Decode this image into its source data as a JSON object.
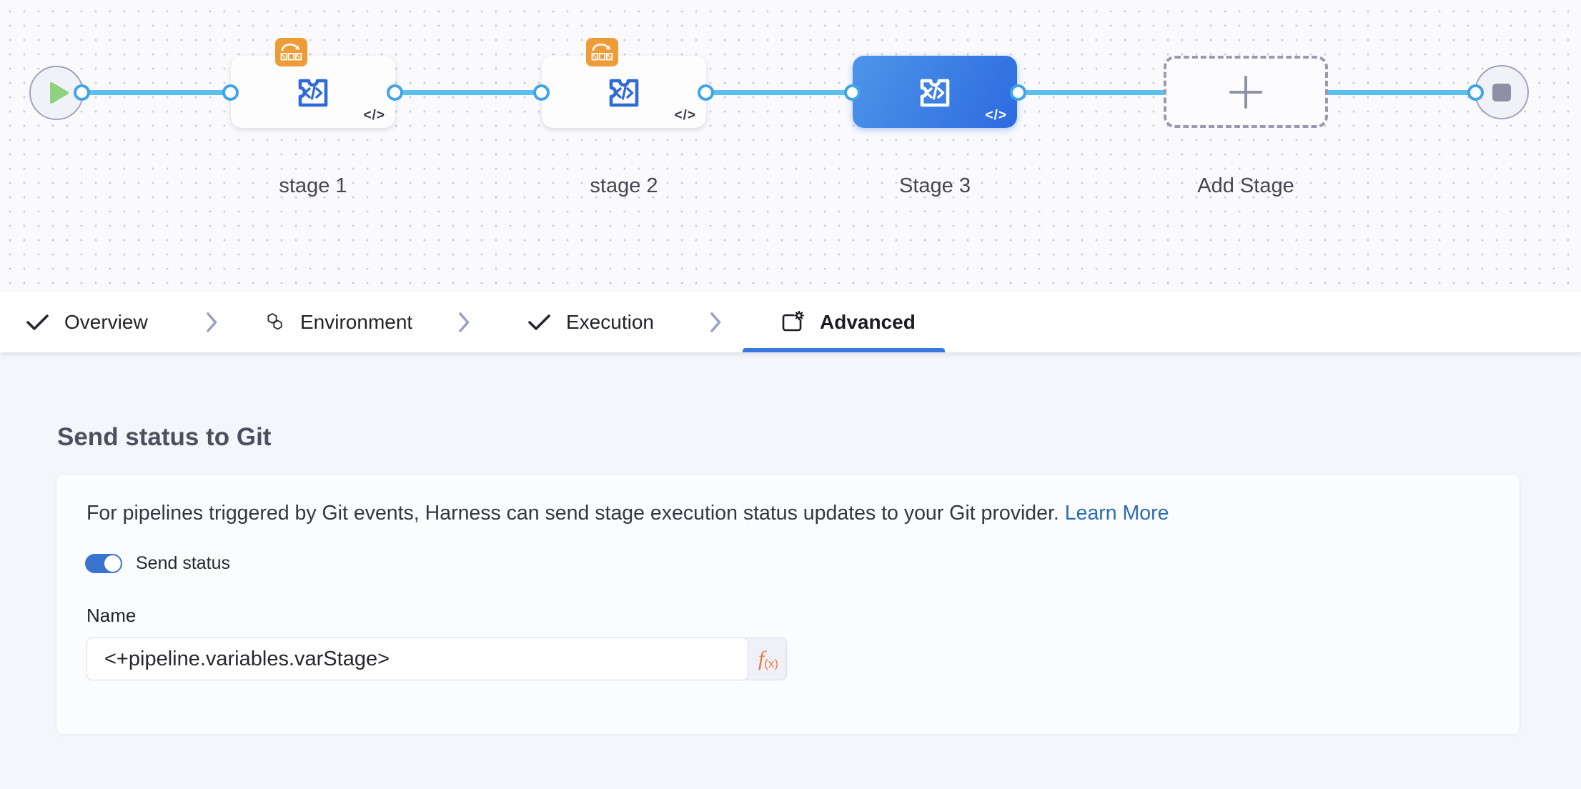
{
  "canvas": {
    "code_glyph": "</>",
    "stages": [
      {
        "label": "stage 1",
        "kind": "stage",
        "selected": false,
        "has_badge": true
      },
      {
        "label": "stage 2",
        "kind": "stage",
        "selected": false,
        "has_badge": true
      },
      {
        "label": "Stage 3",
        "kind": "stage",
        "selected": true,
        "has_badge": false
      },
      {
        "label": "Add Stage",
        "kind": "add-stage-button"
      }
    ]
  },
  "tabs": {
    "items": [
      {
        "label": "Overview",
        "icon": "check-icon",
        "active": false
      },
      {
        "label": "Environment",
        "icon": "hexagons-icon",
        "active": false
      },
      {
        "label": "Execution",
        "icon": "check-icon",
        "active": false
      },
      {
        "label": "Advanced",
        "icon": "square-gear-icon",
        "active": true
      }
    ]
  },
  "section": {
    "heading": "Send status to Git",
    "description": "For pipelines triggered by Git events, Harness can send stage execution status updates to your Git provider.",
    "link_label": "Learn More",
    "toggle_label": "Send status",
    "toggle_on": true,
    "name_label": "Name",
    "name_value": "<+pipeline.variables.varStage>",
    "fx_f": "f",
    "fx_sub": "(x)"
  },
  "colors": {
    "connector_line": "#5BC0EE",
    "connector_dot_ring": "#42A4E8",
    "selected_stage_gradient": [
      "#4E95E8",
      "#2C6BE0"
    ],
    "active_tab_underline": "#3B78DC",
    "link_blue": "#2C6CB5",
    "toggle_blue": "#3873CE",
    "badge_orange": "#EE9C38",
    "fx_orange": "#E8793C",
    "heading_gray": "#4D4F5E"
  }
}
